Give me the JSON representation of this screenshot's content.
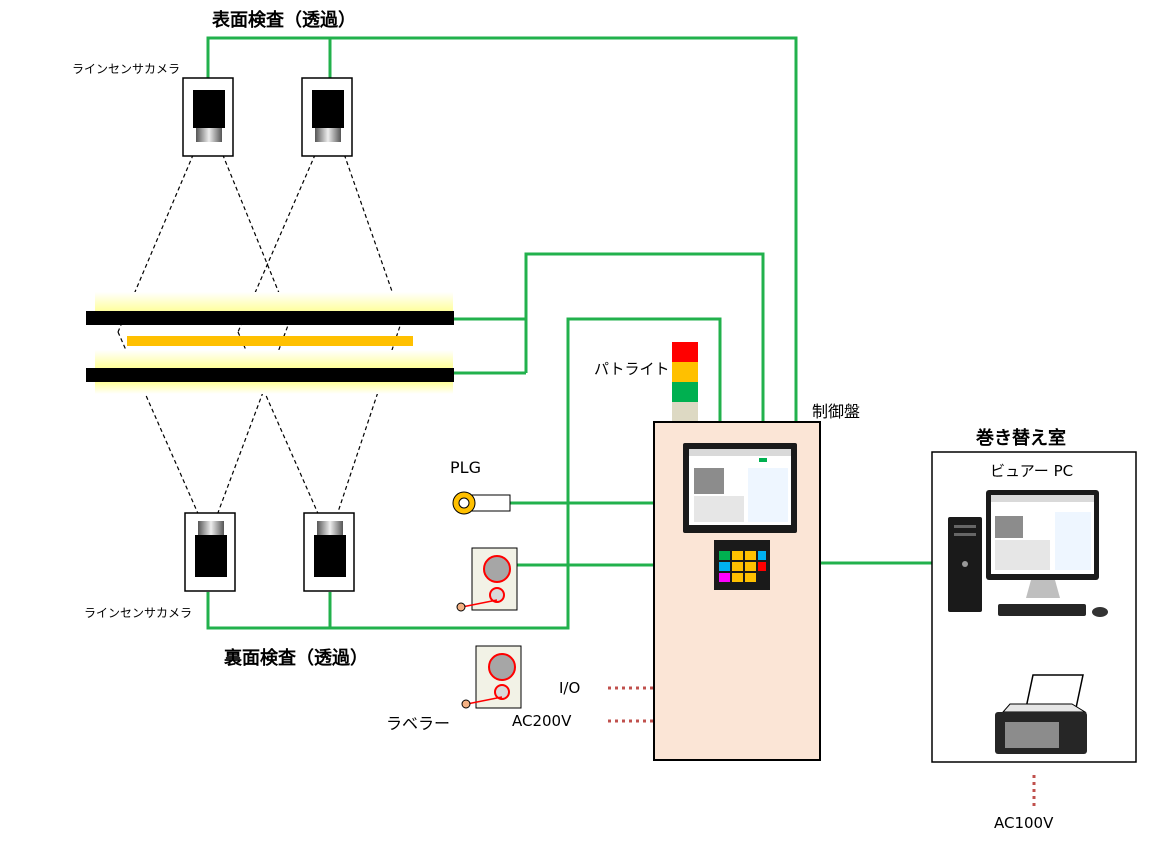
{
  "labels": {
    "top_inspection": "表面検査（透過）",
    "bottom_inspection": "裏面検査（透過）",
    "camera_top": "ラインセンサカメラ",
    "camera_bottom": "ラインセンサカメラ",
    "patlite": "パトライト",
    "control_panel": "制御盤",
    "plg": "PLG",
    "labeler": "ラベラー",
    "io": "I/O",
    "ac200": "AC200V",
    "rewind_room": "巻き替え室",
    "viewer_pc": "ビュアー PC",
    "ac100": "AC100V"
  },
  "colors": {
    "signal_line": "#22b14c",
    "power_line": "#c0504d",
    "panel_fill": "#fbe5d6",
    "light_glow": "#ffff99",
    "light_bar": "#ffc000",
    "web_bar": "#000000",
    "patlite_red": "#ff0000",
    "patlite_yellow": "#ffc000",
    "patlite_green": "#00b050",
    "patlite_base": "#ddd9c3"
  },
  "icons": {
    "camera": "line-sensor-camera-icon",
    "encoder": "plg-encoder-icon",
    "roll": "roll-unit-icon",
    "monitor": "touch-monitor-icon",
    "keypad": "keypad-icon",
    "pc": "desktop-pc-icon",
    "printer": "printer-icon",
    "tower_light": "tower-light-icon"
  }
}
